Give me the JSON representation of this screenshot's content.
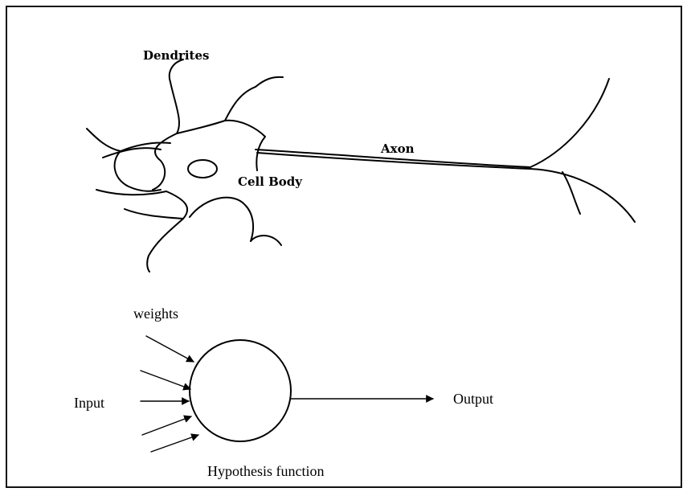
{
  "neuron": {
    "dendrites_label": "Dendrites",
    "cell_body_label": "Cell Body",
    "axon_label": "Axon"
  },
  "model": {
    "weights_label": "weights",
    "input_label": "Input",
    "output_label": "Output",
    "function_label": "Hypothesis function"
  }
}
